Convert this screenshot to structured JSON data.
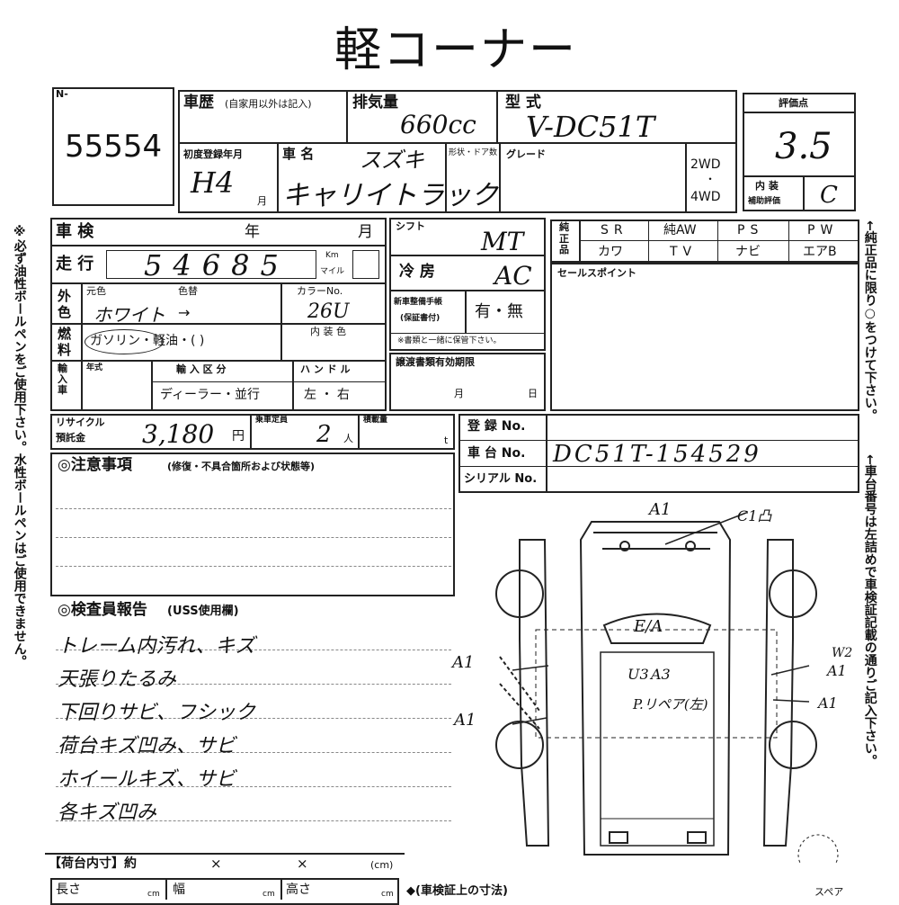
{
  "title": "軽コーナー",
  "lot": {
    "prefix": "N-",
    "number": "55554"
  },
  "history_label": "車歴",
  "history_note": "(自家用以外は記入)",
  "displacement": {
    "label": "排気量",
    "value": "660cc"
  },
  "model": {
    "label": "型 式",
    "value": "V-DC51T"
  },
  "score": {
    "label": "評価点",
    "value": "3.5"
  },
  "first_reg": {
    "label": "初度登録年月",
    "value": "H4",
    "month_label": "月"
  },
  "car_name": {
    "label": "車 名",
    "maker": "スズキ",
    "value": "キャリイトラック"
  },
  "shape_label": "形状・ドア数",
  "grade_label": "グレード",
  "drive": {
    "a": "2WD",
    "dot": "・",
    "b": "4WD"
  },
  "interior": {
    "label1": "内 装",
    "label2": "補助評価",
    "value": "C"
  },
  "inspection": {
    "label": "車 検",
    "year": "年",
    "month": "月"
  },
  "mileage": {
    "label": "走 行",
    "value": "54685",
    "unit1": "Km",
    "unit2": "マイル"
  },
  "exterior": {
    "label": "外 色",
    "orig_label": "元色",
    "repaint_label": "色替",
    "orig": "ホワイト",
    "arrow": "→"
  },
  "color_no": {
    "label": "カラーNo.",
    "value": "26U"
  },
  "fuel": {
    "label": "燃 料",
    "options": "ガソリン・軽油・(     )",
    "interior_color_label": "内 装 色"
  },
  "import": {
    "label": "輸入車",
    "year_label": "年式",
    "class_label": "輸 入 区 分",
    "class_options": "ディーラー・並行",
    "handle_label": "ハ ン ド ル",
    "handle_options": "左 ・ 右"
  },
  "recycle": {
    "label1": "リサイクル",
    "label2": "預託金",
    "value": "3,180",
    "unit": "円",
    "capacity_label": "乗車定員",
    "capacity_value": "2",
    "capacity_unit": "人",
    "load_label": "積載量",
    "load_unit": "t"
  },
  "shift": {
    "label": "シフト",
    "value": "MT"
  },
  "aircon": {
    "label": "冷 房",
    "value": "AC"
  },
  "manual": {
    "label1": "新車整備手帳",
    "label2": "(保証書付)",
    "value": "有・無",
    "note": "※書類と一緒に保管下さい。"
  },
  "transfer": {
    "label": "譲渡書類有効期限",
    "month": "月",
    "day": "日"
  },
  "equipment": {
    "label": "純正品",
    "items": [
      "SR",
      "純AW",
      "PS",
      "PW",
      "カワ",
      "TV",
      "ナビ",
      "エアB"
    ]
  },
  "sales_point": "セールスポイント",
  "registration": {
    "reg_label": "登 録 No.",
    "chassis_label": "車 台 No.",
    "chassis_value": "DC51T-154529",
    "serial_label": "シリアル No."
  },
  "notes_title": "◎注意事項",
  "notes_sub": "(修復・不具合箇所および状態等)",
  "inspector_title": "◎検査員報告",
  "inspector_sub": "(USS使用欄)",
  "inspector_lines": [
    "トレーム内汚れ、キズ",
    "天張りたるみ",
    "下回りサビ、フシック",
    "荷台キズ凹み、サビ",
    "ホイールキズ、サビ",
    "各キズ凹み"
  ],
  "diagram_marks": [
    "A1",
    "C1凸",
    "E/A",
    "U3",
    "A3",
    "P.リペア(左)",
    "A1",
    "A1",
    "W2",
    "A1",
    "A1"
  ],
  "cargo": {
    "label": "【荷台内寸】約",
    "x": "×",
    "unit": "(cm)",
    "length": "長さ",
    "width": "幅",
    "height": "高さ",
    "cm": "cm",
    "note": "◆(車検証上の寸法)"
  },
  "spare": "スペア",
  "side_left": "※必ず油性ボールペンをご使用下さい。水性ボールペンはご使用できません。",
  "side_right_top": "←純正品に限り○をつけて下さい。",
  "side_right_bottom": "←車台番号は左詰めで車検証記載の通りご記入下さい。"
}
